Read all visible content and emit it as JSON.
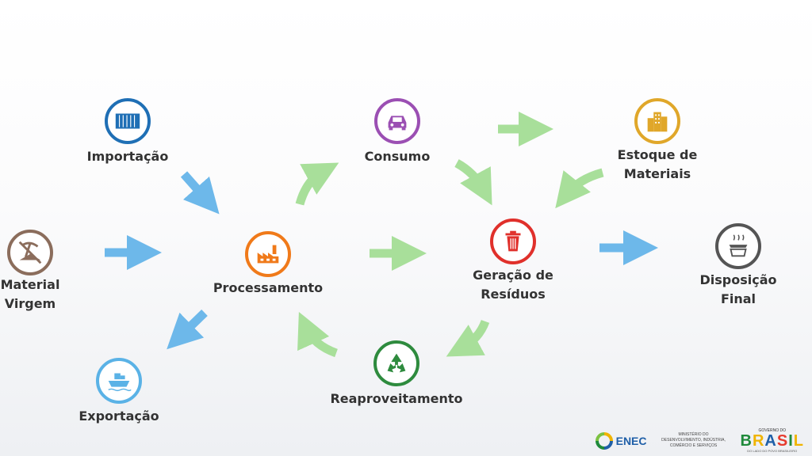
{
  "nodes": {
    "importacao": {
      "label": "Importação",
      "color": "#1f6fb5",
      "icon": "shipping-container-icon"
    },
    "material": {
      "label": "Material Virgem",
      "color": "#8b6d5c",
      "icon": "pickaxe-ore-icon"
    },
    "exportacao": {
      "label": "Exportação",
      "color": "#5ab2e6",
      "icon": "cargo-ship-icon"
    },
    "processamento": {
      "label": "Processamento",
      "color": "#f07a1a",
      "icon": "factory-icon"
    },
    "consumo": {
      "label": "Consumo",
      "color": "#9b4fb3",
      "icon": "car-icon"
    },
    "reaproveitamento": {
      "label": "Reaproveitamento",
      "color": "#2e8b3e",
      "icon": "recycle-icon"
    },
    "residuos": {
      "label": "Geração de Resíduos",
      "color": "#e0302b",
      "icon": "trash-can-icon"
    },
    "estoque": {
      "label": "Estoque de Materiais",
      "color": "#e0a72a",
      "icon": "buildings-icon"
    },
    "disposicao": {
      "label": "Disposição Final",
      "color": "#555555",
      "icon": "landfill-icon"
    }
  },
  "arrow_colors": {
    "blue": "#6db8ea",
    "green": "#a8df9a"
  },
  "footer": {
    "enec": "ENEC",
    "ministry": "MINISTÉRIO DO DESENVOLVIMENTO, INDÚSTRIA, COMÉRCIO E SERVIÇOS",
    "gov_top": "GOVERNO DO",
    "gov_word": [
      "B",
      "R",
      "A",
      "S",
      "I",
      "L"
    ],
    "gov_sub": "DO LADO DO POVO BRASILEIRO"
  }
}
